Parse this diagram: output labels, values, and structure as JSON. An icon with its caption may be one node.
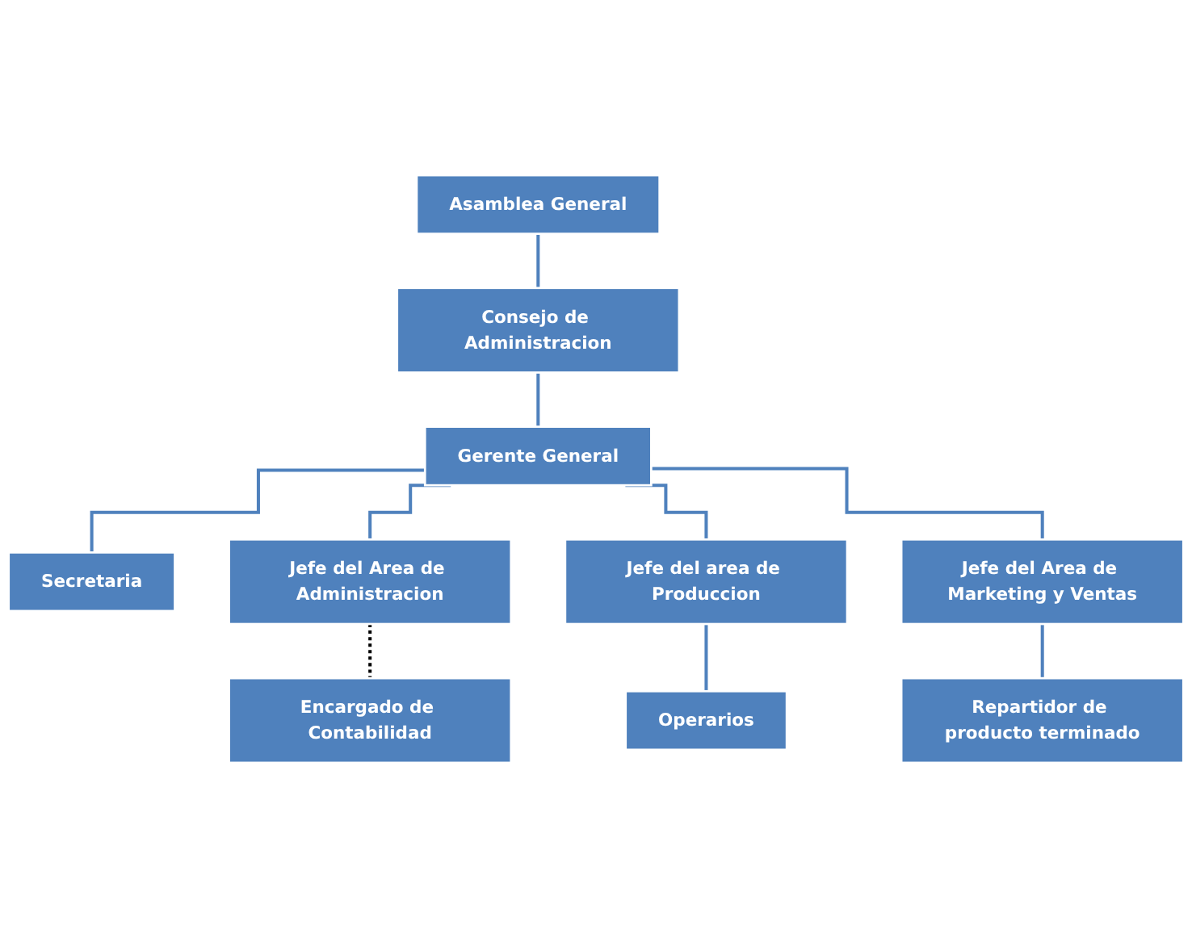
{
  "diagram": {
    "nodes": [
      {
        "text": [
          "Asamblea General"
        ]
      },
      {
        "text": [
          "Consejo de Administracion"
        ]
      },
      {
        "text": [
          "Gerente General"
        ]
      },
      {
        "text": [
          "Secretaria"
        ]
      },
      {
        "text": [
          "Jefe del Area de Administracion"
        ]
      },
      {
        "text": [
          "Jefe del area de Produccion"
        ]
      },
      {
        "text": [
          "Jefe del Area de Marketing y Ventas"
        ]
      },
      {
        "text": [
          "Encargado de Contabilidad"
        ]
      },
      {
        "text": [
          "Operarios"
        ]
      },
      {
        "text": [
          "Repartidor de producto terminado"
        ]
      }
    ],
    "edges": [
      {
        "from": 0,
        "to": 1,
        "arrow": "none"
      },
      {
        "from": 1,
        "to": 2,
        "arrow": "none"
      },
      {
        "from": 2,
        "to": 3,
        "arrow": "none"
      },
      {
        "from": 2,
        "to": 4,
        "arrow": "none"
      },
      {
        "from": 2,
        "to": 5,
        "arrow": "none"
      },
      {
        "from": 2,
        "to": 6,
        "arrow": "none"
      },
      {
        "from": 4,
        "to": 7,
        "arrow": "none",
        "style": "dashed",
        "color": "#000000"
      },
      {
        "from": 5,
        "to": 8,
        "arrow": "none"
      },
      {
        "from": 6,
        "to": 9,
        "arrow": "none"
      }
    ]
  }
}
